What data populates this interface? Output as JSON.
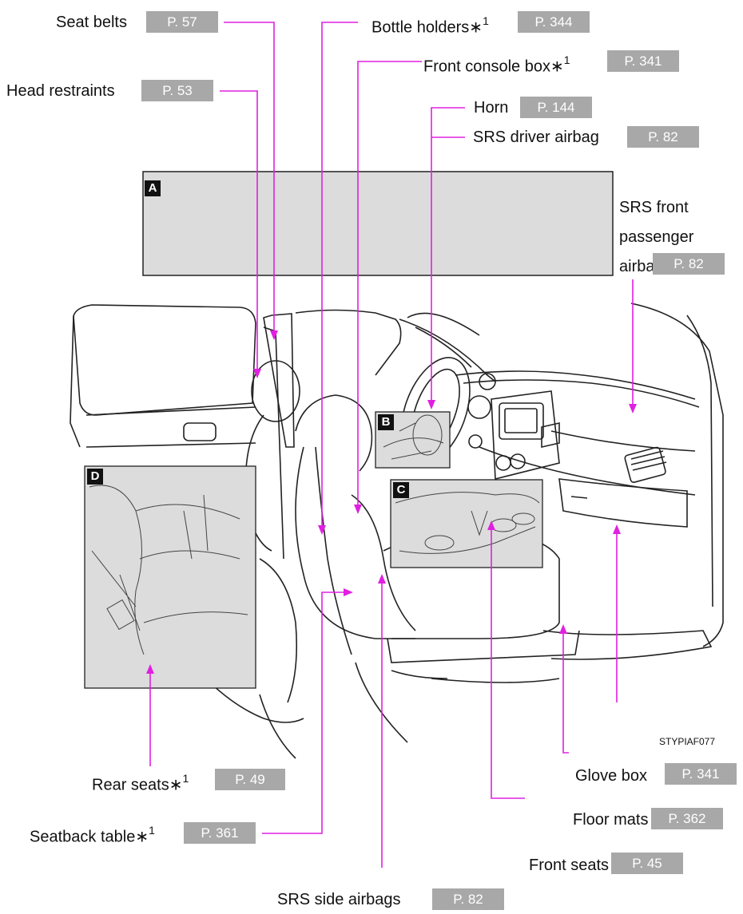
{
  "labels": {
    "seat_belts": {
      "text": "Seat belts",
      "page": "P. 57"
    },
    "head_restraints": {
      "text": "Head restraints",
      "page": "P. 53"
    },
    "bottle_holders": {
      "text": "Bottle holders",
      "note": "∗",
      "sup": "1",
      "page": "P. 344"
    },
    "front_console_box": {
      "text": "Front console box",
      "note": "∗",
      "sup": "1",
      "page": "P. 341"
    },
    "horn": {
      "text": "Horn",
      "page": "P. 144"
    },
    "srs_driver_airbag": {
      "text": "SRS driver airbag",
      "page": "P. 82"
    },
    "srs_front_passenger_airbag": {
      "line1": "SRS front",
      "line2": "passenger",
      "line3": "airbag",
      "page": "P. 82"
    },
    "rear_seats": {
      "text": "Rear seats",
      "note": "∗",
      "sup": "1",
      "page": "P. 49"
    },
    "seatback_table": {
      "text": "Seatback table",
      "note": "∗",
      "sup": "1",
      "page": "P. 361"
    },
    "srs_side_airbags": {
      "text": "SRS side airbags",
      "page": "P. 82"
    },
    "front_seats": {
      "text": "Front seats",
      "page": "P. 45"
    },
    "floor_mats": {
      "text": "Floor mats",
      "page": "P. 362"
    },
    "glove_box": {
      "text": "Glove box",
      "page": "P. 341"
    }
  },
  "panels": {
    "a": "A",
    "b": "B",
    "c": "C",
    "d": "D"
  },
  "image_code": "STYPIAF077",
  "colors": {
    "leader": "#e020e0",
    "page_box": "#a8a8a8",
    "panel_fill": "#dcdcdc"
  }
}
